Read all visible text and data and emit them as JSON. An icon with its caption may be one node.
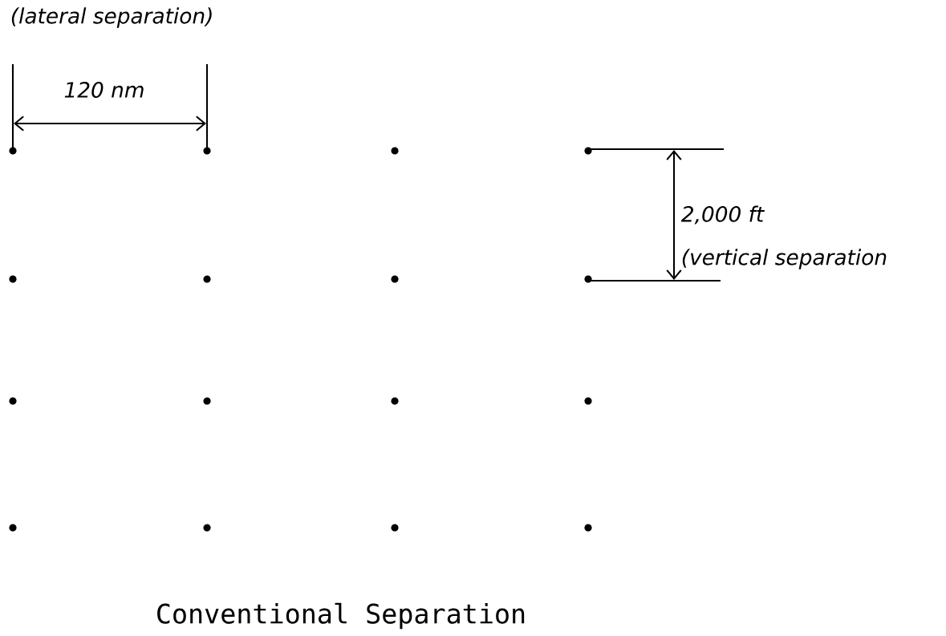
{
  "diagram": {
    "caption": "Conventional Separation",
    "labels": [
      "(lateral separation)",
      "120 nm",
      "2,000 ft",
      "(vertical separation"
    ]
  }
}
